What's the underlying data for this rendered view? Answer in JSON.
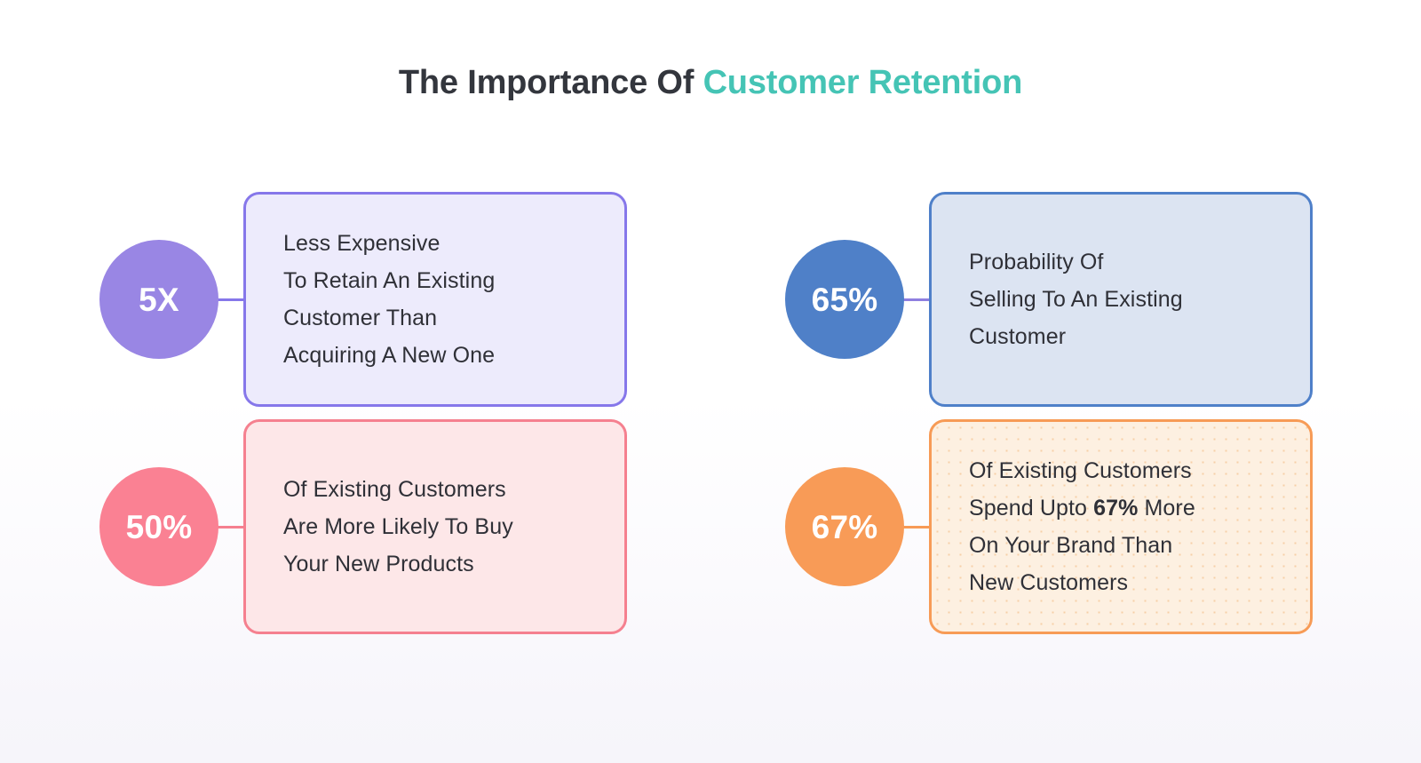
{
  "title": {
    "lead": "The Importance Of ",
    "accent": "Customer Retention"
  },
  "colors": {
    "accent_teal": "#45C4B5",
    "title_dark": "#33363D",
    "purple": "#9986E4",
    "purple_border": "#8677EA",
    "purple_fill": "#EDEBFC",
    "blue": "#4F80C8",
    "blue_border": "#4F80C9",
    "blue_fill": "#DCE4F2",
    "pink": "#FA8193",
    "pink_border": "#F5808F",
    "pink_fill": "#FDE7E8",
    "orange": "#F89B57",
    "orange_border": "#F79B56",
    "orange_fill": "#FDF0E1",
    "body_text": "#2F3037",
    "background": "#F7F6FB"
  },
  "stats": [
    {
      "id": "stat-5x",
      "value": "5X",
      "position": "top-left",
      "theme": "purple",
      "lines": [
        "Less Expensive",
        "To Retain An Existing",
        "Customer Than",
        "Acquiring A New One"
      ],
      "text_plain": "Less Expensive To Retain An Existing Customer Than Acquiring A New One"
    },
    {
      "id": "stat-65",
      "value": "65%",
      "position": "top-right",
      "theme": "blue",
      "lines": [
        "Probability Of",
        "Selling To An Existing",
        "Customer"
      ],
      "text_plain": "Probability Of Selling To An Existing Customer"
    },
    {
      "id": "stat-50",
      "value": "50%",
      "position": "bottom-left",
      "theme": "pink",
      "lines": [
        "Of Existing Customers",
        "Are More Likely To Buy",
        "Your New Products"
      ],
      "text_plain": "Of Existing Customers Are More Likely To Buy Your New Products"
    },
    {
      "id": "stat-67",
      "value": "67%",
      "position": "bottom-right",
      "theme": "orange",
      "lines": [
        "Of Existing Customers",
        "Spend Upto ",
        " More",
        "On Your Brand Than",
        "New Customers"
      ],
      "emphasis": "67%",
      "text_plain": "Of Existing Customers Spend Upto 67% More On Your Brand Than New Customers"
    }
  ],
  "chart_data": {
    "type": "table",
    "title": "The Importance Of Customer Retention",
    "categories": [
      "Less Expensive To Retain An Existing Customer Than Acquiring A New One",
      "Probability Of Selling To An Existing Customer",
      "Of Existing Customers Are More Likely To Buy Your New Products",
      "Of Existing Customers Spend Upto 67% More On Your Brand Than New Customers"
    ],
    "values": [
      5,
      65,
      50,
      67
    ],
    "value_labels": [
      "5X",
      "65%",
      "50%",
      "67%"
    ],
    "units": [
      "x",
      "%",
      "%",
      "%"
    ],
    "xlabel": "",
    "ylabel": "",
    "legend": []
  }
}
